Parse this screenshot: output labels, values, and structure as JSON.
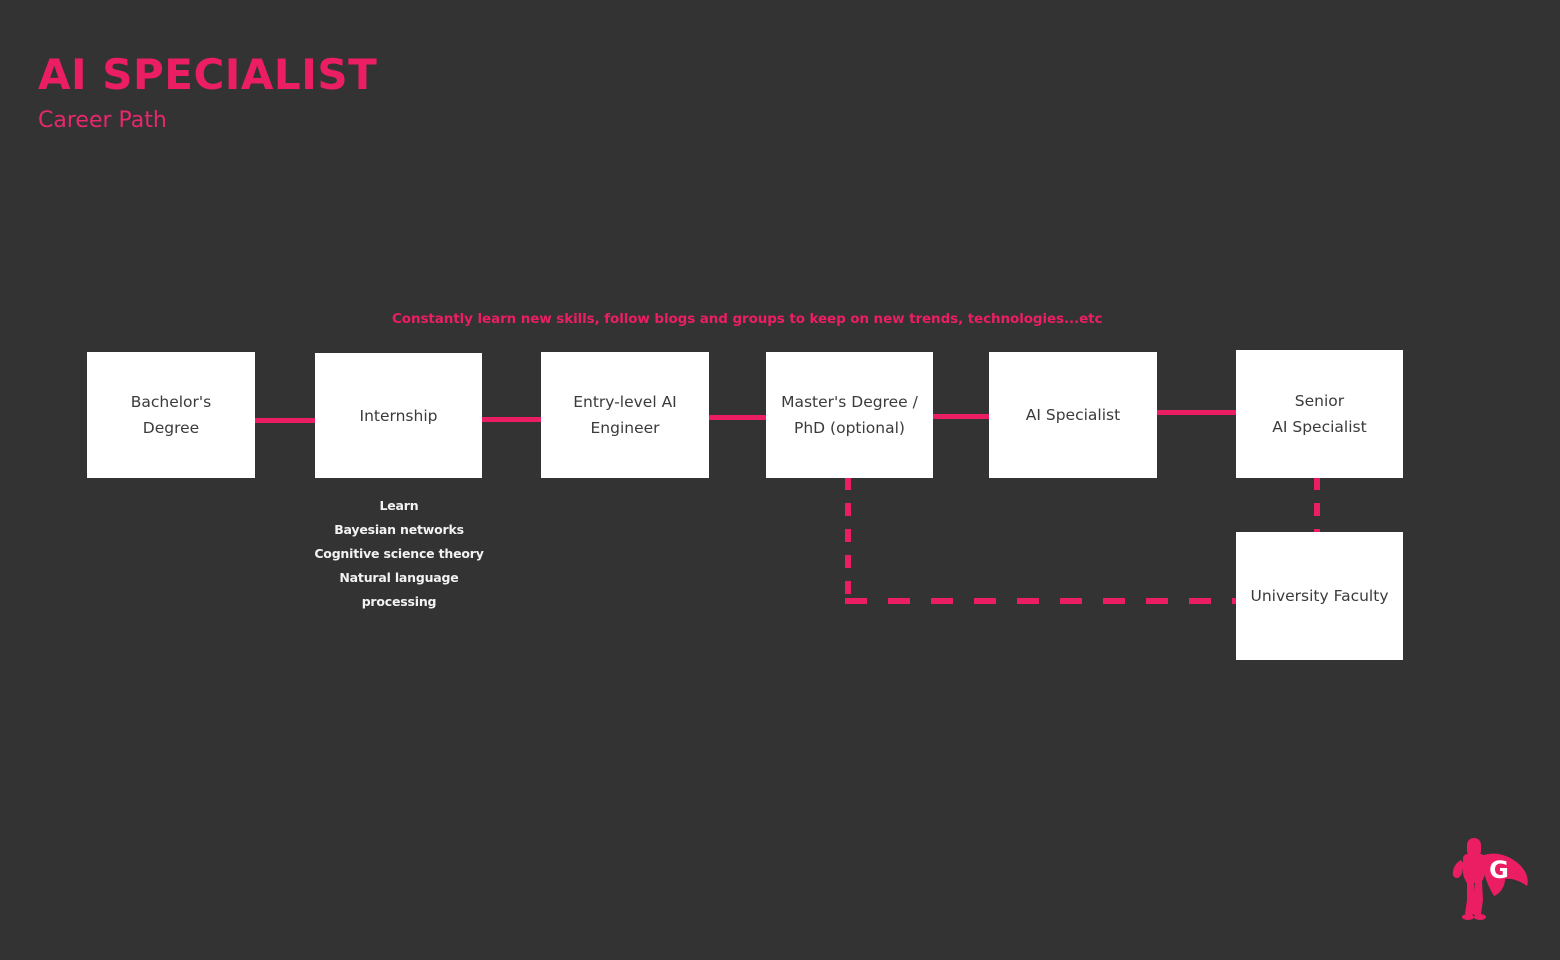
{
  "header": {
    "title": "AI SPECIALIST",
    "subtitle": "Career Path"
  },
  "advisory": {
    "note": "Constantly learn new skills, follow  blogs and groups to keep on new trends, technologies...etc"
  },
  "flow": {
    "nodes": [
      {
        "id": "bachelors",
        "label": "Bachelor's\nDegree"
      },
      {
        "id": "internship",
        "label": "Internship"
      },
      {
        "id": "entry-level",
        "label": "Entry-level AI\nEngineer"
      },
      {
        "id": "masters",
        "label": "Master's Degree /\nPhD (optional)"
      },
      {
        "id": "ai-specialist",
        "label": "AI Specialist"
      },
      {
        "id": "senior",
        "label": "Senior\nAI Specialist"
      },
      {
        "id": "university",
        "label": "University Faculty"
      }
    ]
  },
  "skills": {
    "heading": "Learn",
    "items": [
      "Bayesian networks",
      "Cognitive science theory",
      "Natural language\nprocessing"
    ]
  },
  "logo": {
    "letter": "G",
    "name": "superhero-logo"
  },
  "colors": {
    "background": "#333333",
    "accent": "#ec1e63",
    "node_fill": "#ffffff",
    "node_text": "#3b3b3b",
    "skill_text": "#f2f2f2"
  }
}
